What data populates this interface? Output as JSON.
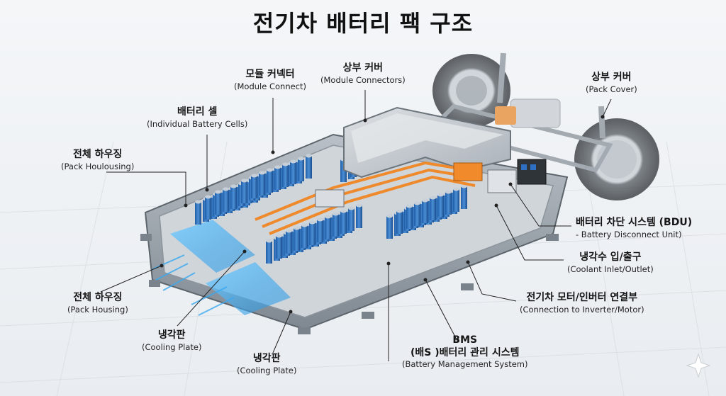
{
  "title": "전기차 배터리 팩 구조",
  "labels": {
    "module_connect": {
      "ko": "모듈 커넥터",
      "en": "(Module Connect)"
    },
    "upper_cover_modules": {
      "ko": "상부 커버",
      "en": "(Module Connectors)"
    },
    "upper_cover_pack": {
      "ko": "상부 커버",
      "en": "(Pack Cover)"
    },
    "battery_cells": {
      "ko": "배터리 셀",
      "en": "(Individual Battery Cells)"
    },
    "housing_top": {
      "ko": "전체 하우징",
      "en": "(Pack Houlousing)"
    },
    "housing_bottom": {
      "ko": "전체 하우징",
      "en": "(Pack Housing)"
    },
    "bdu": {
      "ko": "배터리 차단 시스템 (BDU)",
      "en": "- Battery Disconnect Unit)"
    },
    "coolant": {
      "ko": "냉각수 입/출구",
      "en": "(Coolant Inlet/Outlet)"
    },
    "motor_connection": {
      "ko": "전기차 모터/인버터 연결부",
      "en": "(Connection to Inverter/Motor)"
    },
    "cooling_plate_1": {
      "ko": "냉각판",
      "en": "(Cooling Plate)"
    },
    "cooling_plate_2": {
      "ko": "냉각판",
      "en": "(Cooling Plate)"
    },
    "bms": {
      "ko1": "BMS",
      "ko2": "(배S )배터리 관리 시스템",
      "en": "(Battery Management System)"
    }
  }
}
